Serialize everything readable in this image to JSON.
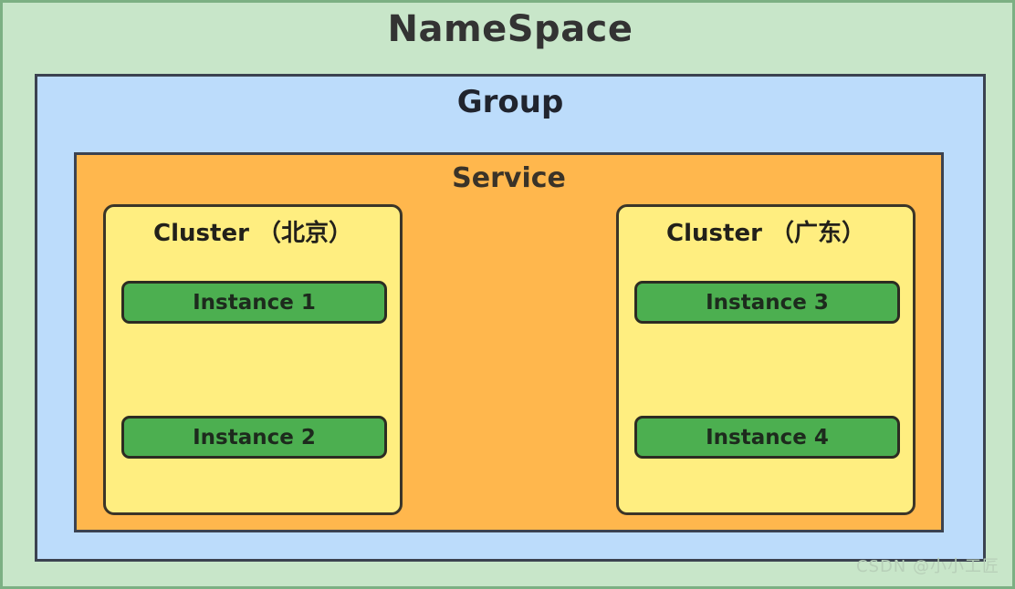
{
  "diagram": {
    "namespace": {
      "title": "NameSpace",
      "fill": "#c8e6c9",
      "border": "#7cb083"
    },
    "group": {
      "title": "Group",
      "fill": "#bcdcfb",
      "border": "#3b4250"
    },
    "service": {
      "title": "Service",
      "fill": "#ffb74d",
      "border": "#3b4250"
    },
    "clusters": [
      {
        "title": "Cluster （北京）",
        "fill": "#ffee80",
        "border": "#3b3528",
        "instances": [
          {
            "label": "Instance 1",
            "fill": "#4caf50"
          },
          {
            "label": "Instance 2",
            "fill": "#4caf50"
          }
        ]
      },
      {
        "title": "Cluster （广东）",
        "fill": "#ffee80",
        "border": "#3b3528",
        "instances": [
          {
            "label": "Instance 3",
            "fill": "#4caf50"
          },
          {
            "label": "Instance 4",
            "fill": "#4caf50"
          }
        ]
      }
    ]
  },
  "watermark": {
    "text": "CSDN @小小工匠",
    "color": "#b7cfb8"
  }
}
